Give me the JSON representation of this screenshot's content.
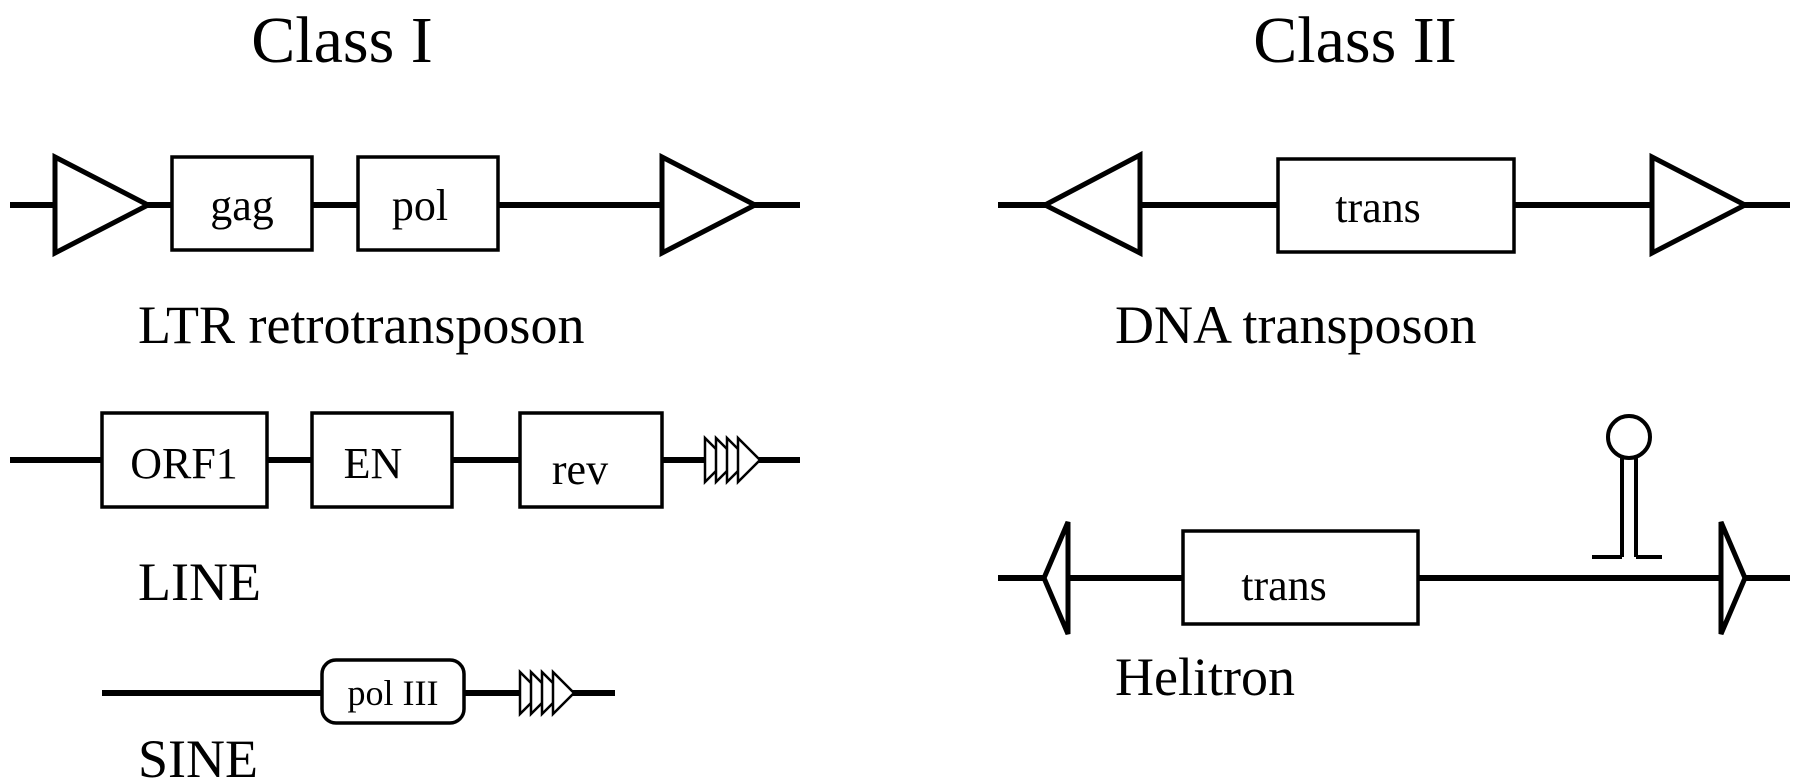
{
  "headings": {
    "class1": "Class I",
    "class2": "Class II"
  },
  "ltr": {
    "caption": "LTR retrotransposon",
    "box1": "gag",
    "box2": "pol"
  },
  "line": {
    "caption": "LINE",
    "box1": "ORF1",
    "box2": "EN",
    "box3": "rev"
  },
  "sine": {
    "caption": "SINE",
    "box1": "pol III"
  },
  "dna": {
    "caption": "DNA transposon",
    "box1": "trans"
  },
  "helitron": {
    "caption": "Helitron",
    "box1": "trans"
  }
}
